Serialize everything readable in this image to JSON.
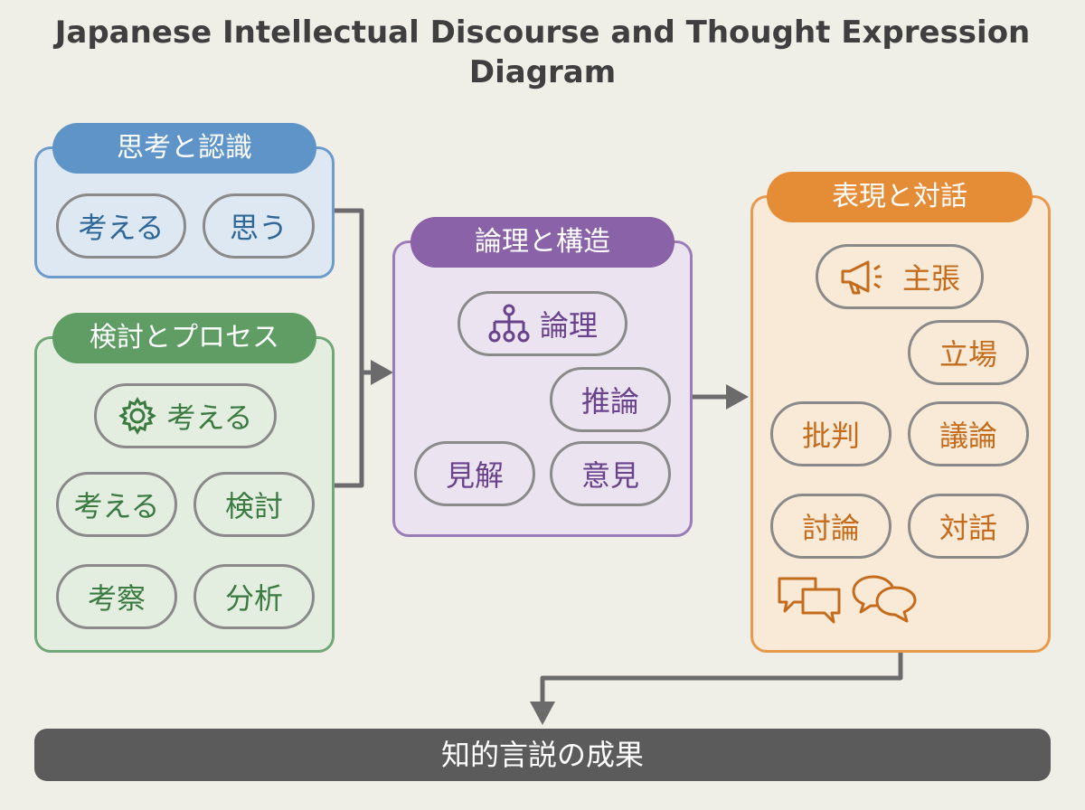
{
  "title": "Japanese Intellectual Discourse and Thought Expression Diagram",
  "colors": {
    "blue": "#5e94c8",
    "green": "#5f9d65",
    "purple": "#8a62a8",
    "orange": "#e58c36",
    "connector": "#6b6b6b",
    "result_bar": "#5b5b5b"
  },
  "groups": {
    "thought": {
      "header": "思考と認識",
      "items": [
        "考える",
        "思う"
      ]
    },
    "process": {
      "header": "検討とプロセス",
      "items": [
        {
          "label": "考える",
          "icon": "gear-icon"
        },
        {
          "label": "考える"
        },
        {
          "label": "検討"
        },
        {
          "label": "考察"
        },
        {
          "label": "分析"
        }
      ]
    },
    "logic": {
      "header": "論理と構造",
      "items": [
        {
          "label": "論理",
          "icon": "hierarchy-icon"
        },
        {
          "label": "推論"
        },
        {
          "label": "見解"
        },
        {
          "label": "意見"
        }
      ]
    },
    "expression": {
      "header": "表現と対話",
      "items": [
        {
          "label": "主張",
          "icon": "megaphone-icon"
        },
        {
          "label": "立場"
        },
        {
          "label": "批判"
        },
        {
          "label": "議論"
        },
        {
          "label": "討論"
        },
        {
          "label": "対話"
        }
      ],
      "footer_icons": [
        "chat-bubbles-square-icon",
        "chat-bubbles-round-icon"
      ]
    }
  },
  "result": "知的言説の成果"
}
